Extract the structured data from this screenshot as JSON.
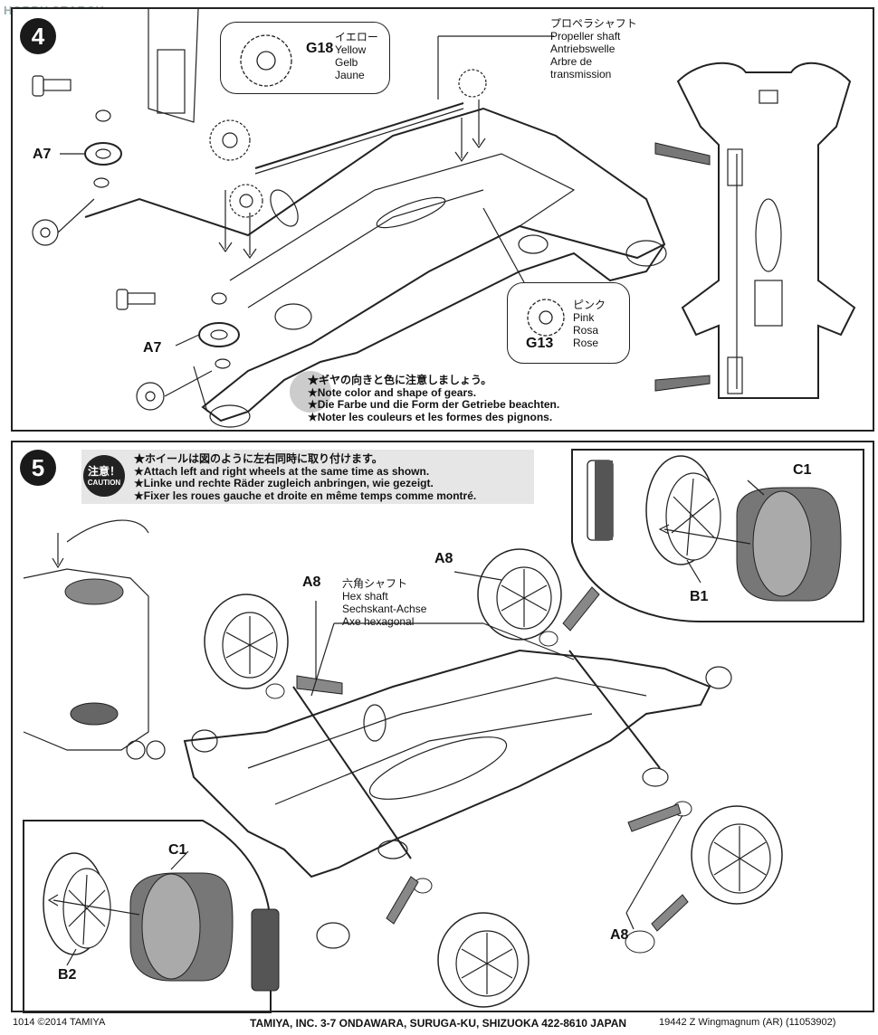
{
  "watermark": "HOBBY SEARCH",
  "step4": {
    "number": "4",
    "gear_g18": {
      "code": "G18",
      "names": [
        "イエロー",
        "Yellow",
        "Gelb",
        "Jaune"
      ]
    },
    "gear_g13": {
      "code": "G13",
      "names": [
        "ピンク",
        "Pink",
        "Rosa",
        "Rose"
      ]
    },
    "propeller_shaft": [
      "プロペラシャフト",
      "Propeller shaft",
      "Antriebswelle",
      "Arbre de",
      "transmission"
    ],
    "label_a7_top": "A7",
    "label_a7_bottom": "A7",
    "notes": [
      "★ギヤの向きと色に注意しましょう。",
      "★Note color and shape of gears.",
      "★Die Farbe und die Form der Getriebe beachten.",
      "★Noter les couleurs et les formes des pignons."
    ]
  },
  "step5": {
    "number": "5",
    "caution_jp": "注意！",
    "caution_en": "CAUTION",
    "notes": [
      "★ホイールは図のように左右同時に取り付けます。",
      "★Attach left and right wheels at the same time as shown.",
      "★Linke und rechte Räder zugleich anbringen, wie gezeigt.",
      "★Fixer les roues gauche et droite en même temps comme montré."
    ],
    "hex_shaft": [
      "六角シャフト",
      "Hex shaft",
      "Sechskant-Achse",
      "Axe hexagonal"
    ],
    "label_a8_left": "A8",
    "label_a8_top": "A8",
    "label_a8_bottom": "A8",
    "label_c1_right": "C1",
    "label_b1": "B1",
    "label_c1_left": "C1",
    "label_b2": "B2"
  },
  "footer": {
    "left": "1014 ©2014 TAMIYA",
    "center": "TAMIYA, INC.  3-7 ONDAWARA, SURUGA-KU, SHIZUOKA 422-8610 JAPAN",
    "right": "19442  Z Wingmagnum (AR) (11053902)"
  }
}
